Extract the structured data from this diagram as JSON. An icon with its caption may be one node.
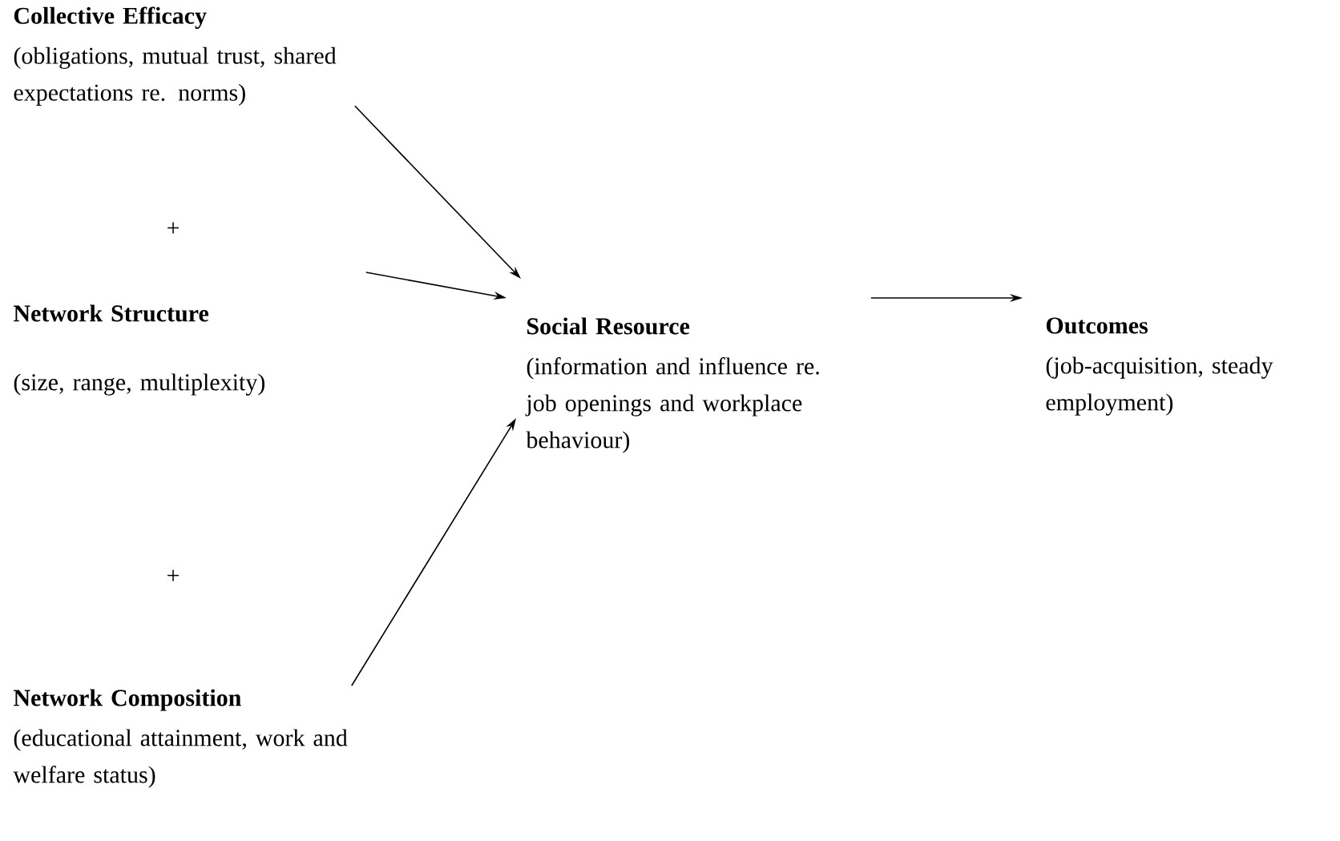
{
  "diagram": {
    "nodes": [
      {
        "text": [
          "Collective Efficacy",
          "(obligations, mutual trust, shared expectations re. norms)"
        ]
      },
      {
        "text": [
          "Network Structure",
          "(size, range, multiplexity)"
        ]
      },
      {
        "text": [
          "Social Resource",
          "(information and influence re. job openings and workplace behaviour)"
        ]
      },
      {
        "text": [
          "Outcomes",
          "(job-acquisition, steady employment)"
        ]
      },
      {
        "text": [
          "Network Composition",
          "(educational attainment, work and welfare status)"
        ]
      }
    ],
    "edges": [
      {
        "from": 0,
        "to": 2,
        "arrow": "to"
      },
      {
        "from": 1,
        "to": 2,
        "arrow": "to"
      },
      {
        "from": 2,
        "to": 3,
        "arrow": "to"
      },
      {
        "from": 4,
        "to": 2,
        "arrow": "to"
      }
    ],
    "labels": [
      "+",
      "+"
    ]
  }
}
